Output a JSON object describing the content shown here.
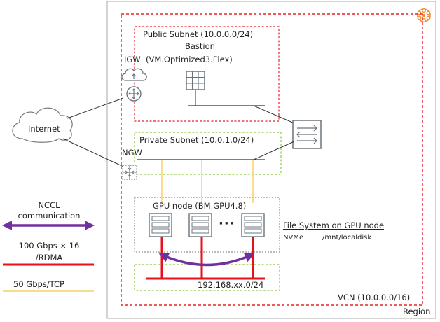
{
  "region": {
    "label": "Region"
  },
  "vcn": {
    "label": "VCN (10.0.0.0/16)"
  },
  "public_subnet": {
    "label": "Public Subnet (10.0.0.0/24)"
  },
  "bastion": {
    "label": "Bastion",
    "shape": "(VM.Optimized3.Flex)"
  },
  "igw": {
    "label": "IGW"
  },
  "internet": {
    "label": "Internet"
  },
  "ngw": {
    "label": "NGW"
  },
  "private_subnet": {
    "label": "Private Subnet (10.0.1.0/24)"
  },
  "gpu_group": {
    "label": "GPU node (BM.GPU4.8)",
    "ellipsis": "···"
  },
  "file_system": {
    "label": "File System on GPU node",
    "type": "NVMe",
    "path": "/mnt/localdisk"
  },
  "rdma_subnet": {
    "label": "192.168.xx.0/24"
  },
  "legend": {
    "nccl": "NCCL communication",
    "rdma": "100 Gbps × 16 /RDMA",
    "tcp": "50 Gbps/TCP"
  },
  "colors": {
    "region_border": "#aaaaaa",
    "vcn_border": "#e8232a",
    "subnet_green": "#8cc63f",
    "rdma_red": "#e8101a",
    "tcp_yellow": "#f2c744",
    "nccl_purple": "#7030a0",
    "oracle_orange": "#f28a2e",
    "icon_gray": "#6a747c"
  }
}
